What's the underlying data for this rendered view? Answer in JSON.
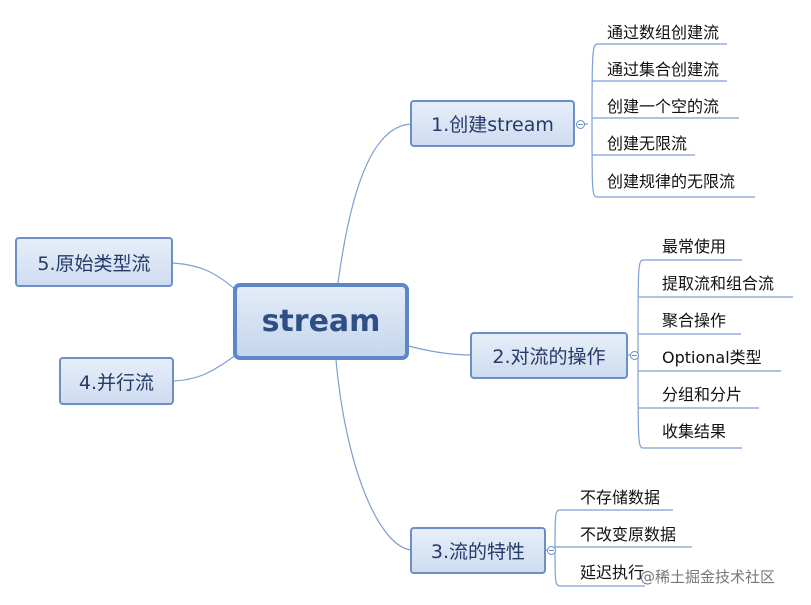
{
  "central": "stream",
  "branches": {
    "create": {
      "label": "1.创建stream",
      "items": [
        "通过数组创建流",
        "通过集合创建流",
        "创建一个空的流",
        "创建无限流",
        "创建规律的无限流"
      ]
    },
    "ops": {
      "label": "2.对流的操作",
      "items": [
        "最常使用",
        "提取流和组合流",
        "聚合操作",
        "Optional类型",
        "分组和分片",
        "收集结果"
      ]
    },
    "traits": {
      "label": "3.流的特性",
      "items": [
        "不存储数据",
        "不改变原数据",
        "延迟执行"
      ]
    },
    "parallel": {
      "label": "4.并行流"
    },
    "primitive": {
      "label": "5.原始类型流"
    }
  },
  "watermark": "@稀土掘金技术社区",
  "colors": {
    "connector": "#6c8fc7",
    "topic_fill": "#d9e4f4",
    "central_border": "#5f87c7",
    "central_text": "#2e4f86"
  }
}
